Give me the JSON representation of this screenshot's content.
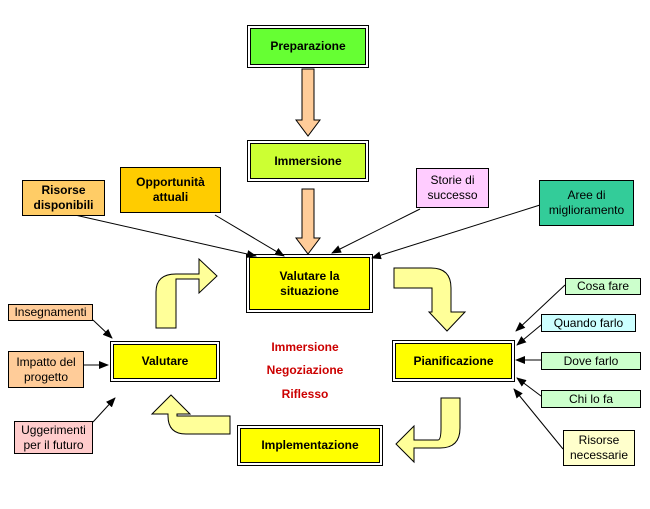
{
  "main_boxes": {
    "preparazione": "Preparazione",
    "immersione": "Immersione",
    "valutare_situazione": "Valutare la situazione",
    "pianificazione": "Pianificazione",
    "implementazione": "Implementazione",
    "valutare": "Valutare"
  },
  "inputs_top": {
    "risorse_disponibili": "Risorse disponibili",
    "opportunita_attuali": "Opportunità attuali",
    "storie_di_successo": "Storie di successo",
    "aree_di_miglioramento": "Aree di miglioramento"
  },
  "inputs_left": {
    "insegnamenti": "Insegnamenti",
    "impatto_del_progetto": "Impatto del progetto",
    "suggerimenti": "Uggerimenti per il futuro"
  },
  "inputs_right": {
    "cosa_fare": "Cosa fare",
    "quando_farlo": "Quando farlo",
    "dove_farlo": "Dove farlo",
    "chi_lo_fa": "Chi lo fa",
    "risorse_necessarie": "Risorse necessarie"
  },
  "center_labels": [
    "Immersione",
    "Negoziazione",
    "Riflesso"
  ],
  "colors": {
    "green": "#66ff33",
    "lime": "#ccff33",
    "yellow": "#ffff00",
    "tan_box": "#ffcc66",
    "orange_box": "#ffcc00",
    "pink": "#ffccff",
    "teal": "#33cc99",
    "light_green": "#ccffcc",
    "light_cyan": "#ccffff",
    "light_yellow": "#ffffcc",
    "peach": "#ffcc99",
    "center_text": "#cc0000",
    "cycle_arrow_fill": "#ffff99",
    "down_arrow_fill": "#ffcc99"
  }
}
